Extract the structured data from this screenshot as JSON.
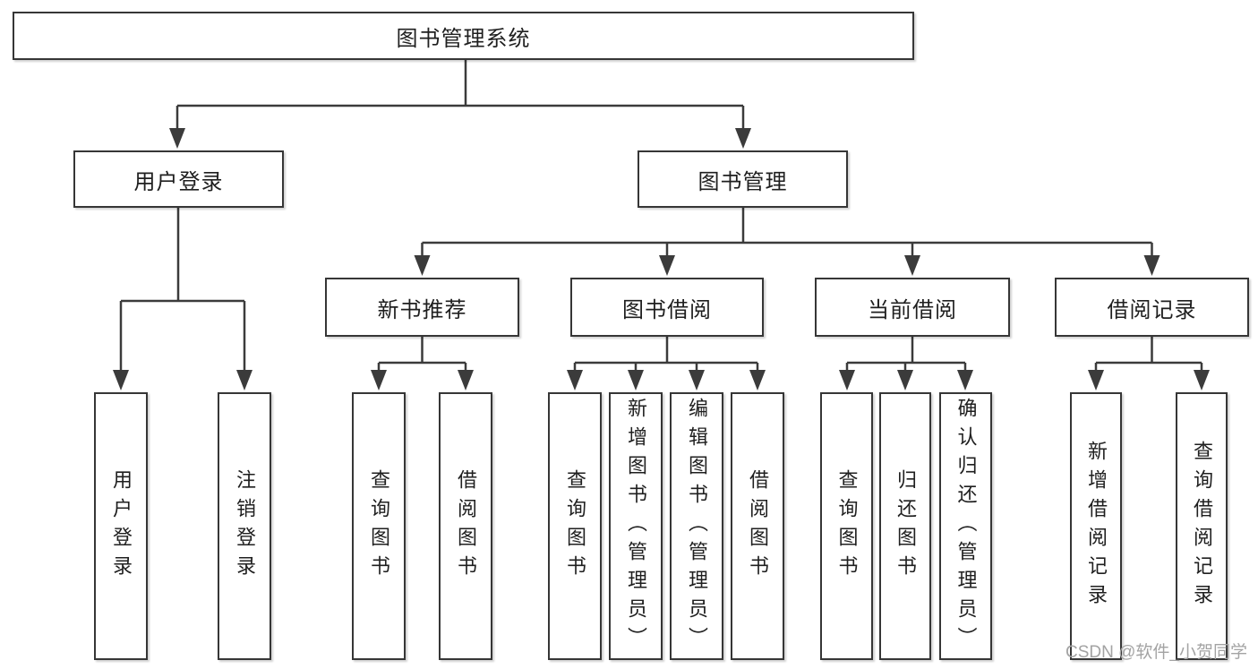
{
  "diagram": {
    "root": {
      "label": "图书管理系统"
    },
    "branches": [
      {
        "label": "用户登录",
        "children": [
          "用户登录",
          "注销登录"
        ]
      },
      {
        "label": "图书管理",
        "children": [
          {
            "label": "新书推荐",
            "children": [
              "查询图书",
              "借阅图书"
            ]
          },
          {
            "label": "图书借阅",
            "children": [
              "查询图书",
              "新增图书（管理员）",
              "编辑图书（管理员）",
              "借阅图书"
            ]
          },
          {
            "label": "当前借阅",
            "children": [
              "查询图书",
              "归还图书",
              "确认归还（管理员）"
            ]
          },
          {
            "label": "借阅记录",
            "children": [
              "新增借阅记录",
              "查询借阅记录"
            ]
          }
        ]
      }
    ]
  },
  "watermark": "CSDN @软件_小贺同学",
  "colors": {
    "line": "#3b3b3b",
    "box_border": "#363636",
    "text": "#1f1f1f",
    "watermark": "#a3a3a3",
    "background": "#ffffff"
  }
}
